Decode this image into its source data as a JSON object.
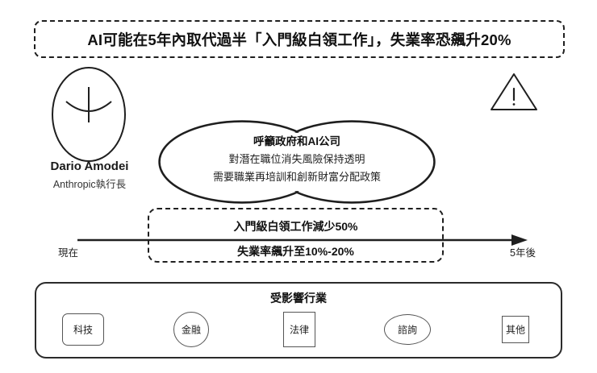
{
  "title": {
    "text": "AI可能在5年內取代過半「入門級白領工作」，失業率恐飆升20%"
  },
  "person": {
    "avatar_icon": "face-avatar-icon",
    "name": "Dario Amodei",
    "role": "Anthropic執行長"
  },
  "warning": {
    "icon": "warning-triangle-icon",
    "glyph": "!"
  },
  "cloud": {
    "heading": "呼籲政府和AI公司",
    "line2": "對潛在職位消失風險保持透明",
    "line3": "需要職業再培訓和創新財富分配政策"
  },
  "timeline": {
    "start_label": "現在",
    "end_label": "5年後",
    "arrow_icon": "arrow-right-icon"
  },
  "stats": {
    "line1": "入門級白領工作減少50%",
    "line2": "失業率飆升至10%-20%"
  },
  "industries": {
    "title": "受影響行業",
    "items": [
      {
        "label": "科技",
        "shape": "rounded-rect"
      },
      {
        "label": "金融",
        "shape": "circle"
      },
      {
        "label": "法律",
        "shape": "square"
      },
      {
        "label": "諮詢",
        "shape": "ellipse"
      },
      {
        "label": "其他",
        "shape": "diamond"
      }
    ]
  },
  "colors": {
    "ink": "#1f1f1f",
    "shape_stroke": "#555555",
    "background": "#ffffff"
  }
}
